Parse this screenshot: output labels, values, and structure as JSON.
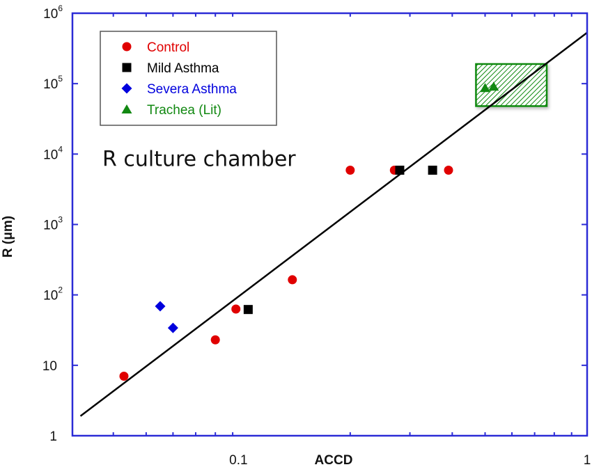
{
  "chart_data": {
    "type": "scatter",
    "title": "",
    "xlabel": "ACCD",
    "ylabel": "R (μm)",
    "xscale": "log",
    "yscale": "log",
    "xlim": [
      0.0303,
      1
    ],
    "ylim": [
      1,
      1000000
    ],
    "grid": false,
    "legend_position": "upper left",
    "x_tick_labels": [
      {
        "value": 0.1,
        "label": "0.1"
      },
      {
        "value": 1,
        "label": "1"
      }
    ],
    "x_minor_ticks": [
      0.04,
      0.05,
      0.06,
      0.07,
      0.08,
      0.09,
      0.2,
      0.3,
      0.4,
      0.5,
      0.6,
      0.7,
      0.8,
      0.9
    ],
    "y_tick_labels": [
      {
        "value": 1,
        "base": "1",
        "exp": ""
      },
      {
        "value": 10,
        "base": "10",
        "exp": ""
      },
      {
        "value": 100,
        "base": "10",
        "exp": "2"
      },
      {
        "value": 1000,
        "base": "10",
        "exp": "3"
      },
      {
        "value": 10000,
        "base": "10",
        "exp": "4"
      },
      {
        "value": 100000,
        "base": "10",
        "exp": "5"
      },
      {
        "value": 1000000,
        "base": "10",
        "exp": "6"
      }
    ],
    "series": [
      {
        "name": "Control",
        "marker": "circle",
        "color": "#e00000",
        "points": [
          [
            0.043,
            7
          ],
          [
            0.08,
            23
          ],
          [
            0.092,
            63
          ],
          [
            0.135,
            164
          ],
          [
            0.2,
            5900
          ],
          [
            0.27,
            5900
          ],
          [
            0.39,
            5900
          ]
        ]
      },
      {
        "name": "Mild Asthma",
        "marker": "square",
        "color": "#000000",
        "points": [
          [
            0.1,
            62
          ],
          [
            0.28,
            5900
          ],
          [
            0.35,
            5900
          ]
        ]
      },
      {
        "name": "Severa Asthma",
        "marker": "diamond",
        "color": "#0000dd",
        "points": [
          [
            0.055,
            69
          ],
          [
            0.06,
            34
          ]
        ]
      },
      {
        "name": "Trachea (Lit)",
        "marker": "triangle",
        "color": "#118811",
        "points": [
          [
            0.5,
            87000
          ],
          [
            0.53,
            91000
          ]
        ]
      }
    ],
    "lines": [
      {
        "name": "fit",
        "color": "#000000",
        "x": [
          0.032,
          1
        ],
        "y": [
          1.9,
          530000
        ]
      },
      {
        "name": "R culture chamber",
        "color": "#000000",
        "x": [
          0.0303,
          0.425
        ],
        "y": [
          5900,
          5900
        ]
      }
    ],
    "shaded_regions": [
      {
        "name": "Trachea range",
        "color": "#118811",
        "x": [
          0.47,
          0.76
        ],
        "y": [
          48000,
          190000
        ],
        "pattern": "diagonal-hatch"
      }
    ],
    "annotations": [
      {
        "text": "R culture chamber",
        "x": 0.0355,
        "y": 7500
      }
    ]
  },
  "legend": {
    "items": [
      {
        "label": "Control",
        "color": "#e00000",
        "marker": "circle"
      },
      {
        "label": "Mild Asthma",
        "color": "#000000",
        "marker": "square"
      },
      {
        "label": "Severa Asthma",
        "color": "#0000dd",
        "marker": "diamond"
      },
      {
        "label": "Trachea (Lit)",
        "color": "#118811",
        "marker": "triangle"
      }
    ]
  },
  "colors": {
    "axis": "#2b2bd6",
    "background": "#ffffff"
  }
}
